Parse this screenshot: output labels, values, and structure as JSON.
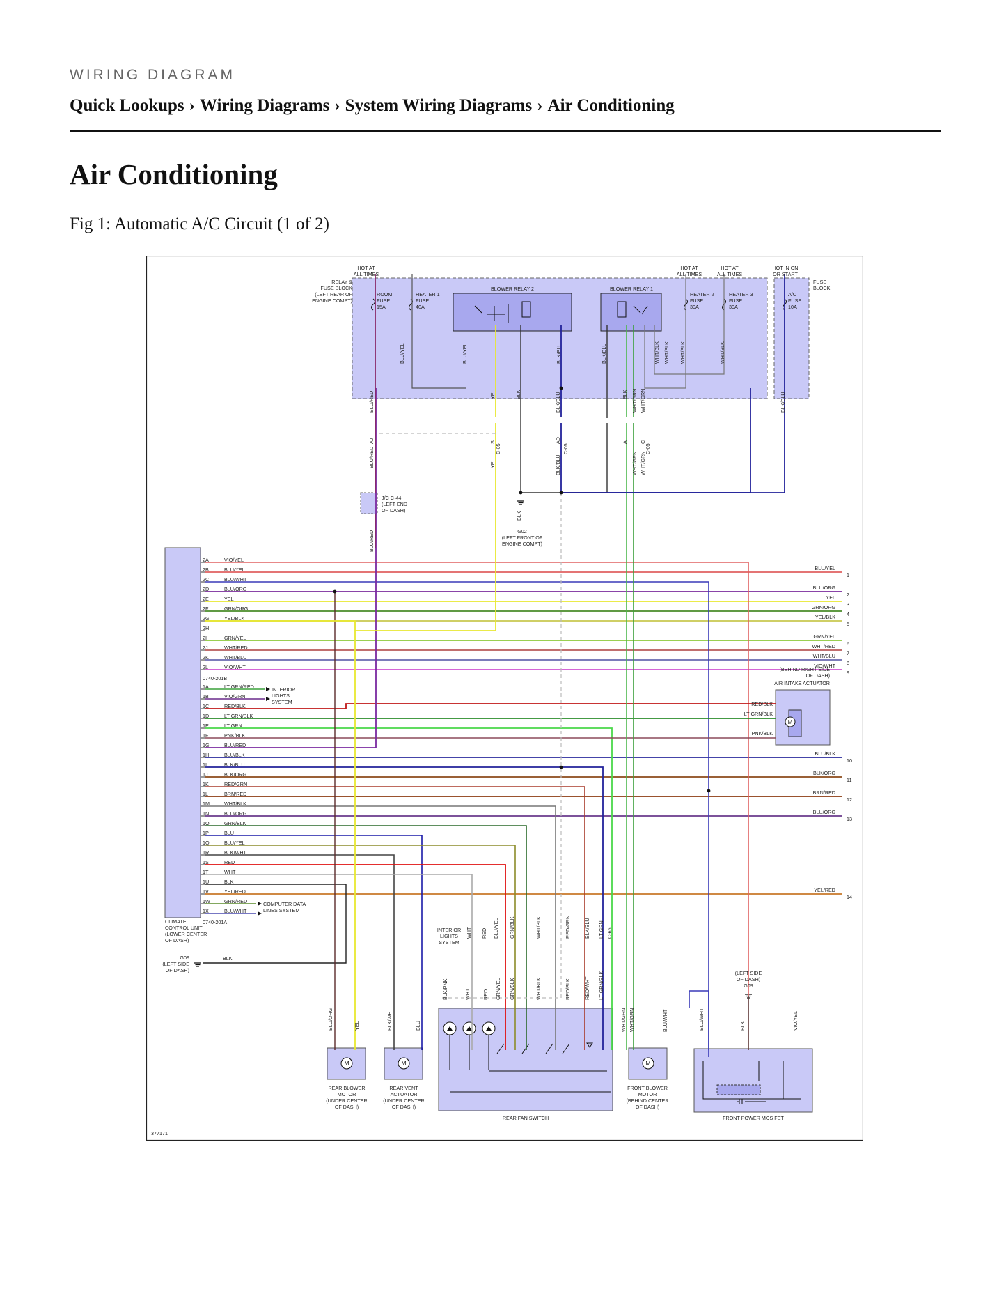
{
  "header": {
    "kicker": "WIRING DIAGRAM",
    "breadcrumb": [
      "Quick Lookups",
      "Wiring Diagrams",
      "System Wiring Diagrams",
      "Air Conditioning"
    ],
    "separator": "›"
  },
  "page_title": "Air Conditioning",
  "figure_caption": "Fig 1: Automatic A/C Circuit (1 of 2)",
  "diagram": {
    "figure_number": "377171",
    "top_labels": [
      {
        "lines": [
          "HOT AT",
          "ALL TIMES"
        ]
      },
      {
        "lines": [
          "HOT AT",
          "ALL TIMES"
        ]
      },
      {
        "lines": [
          "HOT AT",
          "ALL TIMES"
        ]
      },
      {
        "lines": [
          "HOT IN ON",
          "OR START"
        ]
      }
    ],
    "relay_fuse_block": [
      "RELAY &",
      "FUSE BLOCK",
      "(LEFT REAR OF",
      "ENGINE COMPT)"
    ],
    "fuse_block": [
      "FUSE",
      "BLOCK"
    ],
    "fuses": [
      {
        "lines": [
          "ROOM",
          "FUSE",
          "15A"
        ]
      },
      {
        "lines": [
          "HEATER 1",
          "FUSE",
          "40A"
        ]
      },
      {
        "lines": [
          "HEATER 2",
          "FUSE",
          "30A"
        ]
      },
      {
        "lines": [
          "HEATER 3",
          "FUSE",
          "30A"
        ]
      },
      {
        "lines": [
          "A/C",
          "FUSE",
          "10A"
        ]
      }
    ],
    "relays": [
      "BLOWER RELAY 2",
      "BLOWER RELAY 1"
    ],
    "block_wire_labels": [
      "BLU/YEL",
      "BLU/YEL",
      "BLK/BLU",
      "BLK/BLU",
      "WHT/BLK",
      "WHT/BLK",
      "WHT/BLK",
      "WHT/BLK"
    ],
    "lower_wire_labels": [
      "BLU/RED",
      "YEL",
      "BLK",
      "BLK/BLU",
      "BLK",
      "WHT/GRN",
      "WHT/GRN",
      "BLK/BLU",
      "BLU/RED",
      "YEL",
      "BLK/BLU",
      "WHT/GRN",
      "WHT/GRN",
      "BLK",
      "BLU/RED"
    ],
    "connector_pins": [
      "AJ",
      "S",
      "AD",
      "A",
      "C"
    ],
    "connector_ids": [
      "C-05",
      "C-05",
      "C-05"
    ],
    "jc_connector": [
      "J/C C-44",
      "(LEFT END",
      "OF DASH)"
    ],
    "ground_g02": [
      "G02",
      "(LEFT FRONT OF",
      "ENGINE COMPT)"
    ],
    "ccu_label": [
      "CLIMATE",
      "CONTROL UNIT",
      "(LOWER CENTER",
      "OF DASH)"
    ],
    "ground_g09_left": [
      "G09",
      "(LEFT SIDE",
      "OF DASH)"
    ],
    "ground_g09_left_wire": "BLK",
    "connector_2": "0740-201B",
    "connector_1": "0740-201A",
    "pins": [
      {
        "pin": "2A",
        "color": "VIO/YEL",
        "hex": "#d8a4e0"
      },
      {
        "pin": "2B",
        "color": "BLU/YEL",
        "hex": "#e06060"
      },
      {
        "pin": "2C",
        "color": "BLU/WHT",
        "hex": "#3a3ab8"
      },
      {
        "pin": "2D",
        "color": "BLU/ORG",
        "hex": "#7a2a9c"
      },
      {
        "pin": "2E",
        "color": "YEL",
        "hex": "#e8e830"
      },
      {
        "pin": "2F",
        "color": "GRN/ORG",
        "hex": "#4a8c2a"
      },
      {
        "pin": "2G",
        "color": "YEL/BLK",
        "hex": "#c8c850"
      },
      {
        "pin": "2H",
        "color": "",
        "hex": ""
      },
      {
        "pin": "2I",
        "color": "GRN/YEL",
        "hex": "#8cc83a"
      },
      {
        "pin": "2J",
        "color": "WHT/RED",
        "hex": "#b85a5a"
      },
      {
        "pin": "2K",
        "color": "WHT/BLU",
        "hex": "#6a6ab0"
      },
      {
        "pin": "2L",
        "color": "VIO/WHT",
        "hex": "#d050d0"
      },
      {
        "pin": "1A",
        "color": "LT GRN/RED",
        "hex": "#3aa03a"
      },
      {
        "pin": "1B",
        "color": "VIO/GRN",
        "hex": "#6a2a8c"
      },
      {
        "pin": "1C",
        "color": "RED/BLK",
        "hex": "#c01818"
      },
      {
        "pin": "1D",
        "color": "LT GRN/BLK",
        "hex": "#2a8c2a"
      },
      {
        "pin": "1E",
        "color": "LT GRN",
        "hex": "#4ad84a"
      },
      {
        "pin": "1F",
        "color": "PNK/BLK",
        "hex": "#8c4a5a"
      },
      {
        "pin": "1G",
        "color": "BLU/RED",
        "hex": "#7a2aa0"
      },
      {
        "pin": "1H",
        "color": "BLU/BLK",
        "hex": "#2a2a9c"
      },
      {
        "pin": "1I",
        "color": "BLK/BLU",
        "hex": "#22229a"
      },
      {
        "pin": "1J",
        "color": "BLK/ORG",
        "hex": "#8c4a1a"
      },
      {
        "pin": "1K",
        "color": "RED/GRN",
        "hex": "#a83a2a"
      },
      {
        "pin": "1L",
        "color": "BRN/RED",
        "hex": "#8c3a10"
      },
      {
        "pin": "1M",
        "color": "WHT/BLK",
        "hex": "#555555"
      },
      {
        "pin": "1N",
        "color": "BLU/ORG",
        "hex": "#6a3a8c"
      },
      {
        "pin": "1O",
        "color": "GRN/BLK",
        "hex": "#2a6a2a"
      },
      {
        "pin": "1P",
        "color": "BLU",
        "hex": "#1a1aa8"
      },
      {
        "pin": "1Q",
        "color": "BLU/YEL",
        "hex": "#8c8c2a"
      },
      {
        "pin": "1R",
        "color": "BLK/WHT",
        "hex": "#444444"
      },
      {
        "pin": "1S",
        "color": "RED",
        "hex": "#e01010"
      },
      {
        "pin": "1T",
        "color": "WHT",
        "hex": "#aaaaaa"
      },
      {
        "pin": "1U",
        "color": "BLK",
        "hex": "#222222"
      },
      {
        "pin": "1V",
        "color": "YEL/RED",
        "hex": "#c8782a"
      },
      {
        "pin": "1W",
        "color": "GRN/RED",
        "hex": "#5a8c2a"
      },
      {
        "pin": "1X",
        "color": "BLU/WHT",
        "hex": "#4a4ab0"
      }
    ],
    "interior_lights_label": [
      "INTERIOR",
      "LIGHTS",
      "SYSTEM"
    ],
    "computer_data_label": [
      "COMPUTER DATA",
      "LINES SYSTEM"
    ],
    "right_wire_labels": [
      {
        "text": "BLU/YEL",
        "num": "1"
      },
      {
        "text": "BLU/ORG",
        "num": "2"
      },
      {
        "text": "YEL",
        "num": "3"
      },
      {
        "text": "GRN/ORG",
        "num": "4"
      },
      {
        "text": "YEL/BLK",
        "num": "5"
      },
      {
        "text": "GRN/YEL",
        "num": "6"
      },
      {
        "text": "WHT/RED",
        "num": "7"
      },
      {
        "text": "WHT/BLU",
        "num": "8"
      },
      {
        "text": "VIO/WHT",
        "num": "9"
      },
      {
        "text": "BLU/BLK",
        "num": "10"
      },
      {
        "text": "BLK/ORG",
        "num": "11"
      },
      {
        "text": "BRN/RED",
        "num": "12"
      },
      {
        "text": "BLU/ORG",
        "num": "13"
      },
      {
        "text": "YEL/RED",
        "num": "14"
      }
    ],
    "air_intake": {
      "location": [
        "(BEHIND RIGHT SIDE",
        "OF DASH)"
      ],
      "name": "AIR INTAKE ACTUATOR",
      "wires": [
        "RED/BLK",
        "LT GRN/BLK",
        "PNK/BLK"
      ]
    },
    "rear_vertical_labels": [
      "WHT",
      "RED",
      "BLU/YEL",
      "GRN/BLK",
      "WHT/BLK",
      "RED/GRN",
      "BLK/BLU",
      "LT GRN"
    ],
    "rear_connector": "C-66",
    "rear_lower_labels": [
      "BLK/PNK",
      "WHT",
      "RED",
      "GRN/YEL",
      "GRN/BLK",
      "WHT/BLK",
      "RED/BLK",
      "RED/WHT",
      "LT GRN/BLK"
    ],
    "motor_wire_labels": [
      "BLU/ORG",
      "YEL",
      "BLK/WHT",
      "BLU"
    ],
    "front_blower_wires": [
      "WHT/GRN",
      "WHT/GRN",
      "BLU/WHT"
    ],
    "mosfet_wires": [
      "BLU/WHT",
      "BLK",
      "VIO/YEL"
    ],
    "ground_g09_right": [
      "(LEFT SIDE",
      "OF DASH)",
      "G09"
    ],
    "components": {
      "rear_blower_motor": [
        "REAR BLOWER",
        "MOTOR",
        "(UNDER CENTER",
        "OF DASH)"
      ],
      "rear_vent_actuator": [
        "REAR VENT",
        "ACTUATOR",
        "(UNDER CENTER",
        "OF DASH)"
      ],
      "rear_fan_switch": "REAR FAN SWITCH",
      "front_blower_motor": [
        "FRONT BLOWER",
        "MOTOR",
        "(BEHIND CENTER",
        "OF DASH)"
      ],
      "front_power_mos_fet": "FRONT POWER MOS FET"
    },
    "motor_symbol": "M"
  }
}
